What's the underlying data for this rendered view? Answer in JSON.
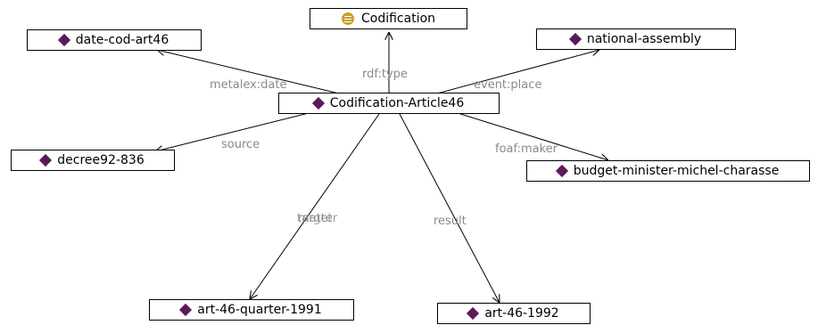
{
  "nodes": {
    "codification": {
      "label": "Codification",
      "icon": "owl-class-icon"
    },
    "center": {
      "label": "Codification-Article46",
      "icon": "individual-diamond-icon"
    },
    "date_cod": {
      "label": "date-cod-art46",
      "icon": "individual-diamond-icon"
    },
    "national_assembly": {
      "label": "national-assembly",
      "icon": "individual-diamond-icon"
    },
    "decree": {
      "label": "decree92-836",
      "icon": "individual-diamond-icon"
    },
    "budget_minister": {
      "label": "budget-minister-michel-charasse",
      "icon": "individual-diamond-icon"
    },
    "art_quarter": {
      "label": "art-46-quarter-1991",
      "icon": "individual-diamond-icon"
    },
    "art_1992": {
      "label": "art-46-1992",
      "icon": "individual-diamond-icon"
    }
  },
  "edges": {
    "rdf_type": "rdf:type",
    "metalex_date": "metalex:date",
    "event_place": "event:place",
    "source": "source",
    "foaf_maker": "foaf:maker",
    "target": "target",
    "matter": "matter",
    "result": "result"
  },
  "colors": {
    "individual": "#5b1a5a",
    "class": "#c9a227",
    "edge": "#000000",
    "edge_label": "#8a8a8a"
  }
}
